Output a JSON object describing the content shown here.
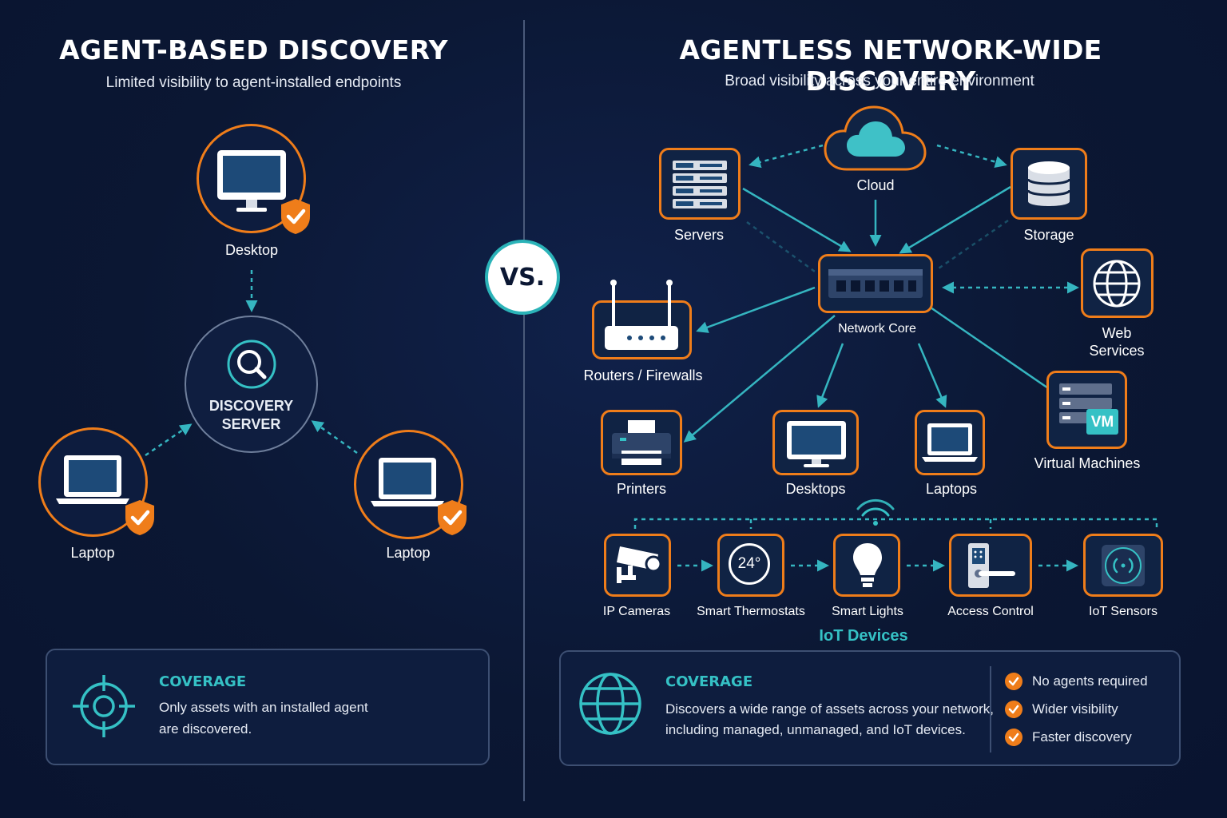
{
  "left": {
    "title": "AGENT-BASED DISCOVERY",
    "subtitle": "Limited visibility to agent-installed endpoints",
    "desktop_label": "Desktop",
    "server_line1": "DISCOVERY",
    "server_line2": "SERVER",
    "laptop_left_label": "Laptop",
    "laptop_right_label": "Laptop",
    "coverage_heading": "COVERAGE",
    "coverage_line1": "Only assets with an installed agent",
    "coverage_line2": "are discovered."
  },
  "vs_label": "VS.",
  "right": {
    "title": "AGENTLESS NETWORK-WIDE DISCOVERY",
    "subtitle": "Broad visibility across your entire environment",
    "nodes": {
      "cloud": "Cloud",
      "servers": "Servers",
      "storage": "Storage",
      "network_core": "Network Core",
      "routers": "Routers / Firewalls",
      "web_line1": "Web",
      "web_line2": "Services",
      "printers": "Printers",
      "desktops": "Desktops",
      "laptops": "Laptops",
      "vm": "Virtual Machines",
      "vm_badge": "VM"
    },
    "iot": {
      "cameras": "IP Cameras",
      "thermostats": "Smart Thermostats",
      "thermostat_reading": "24°",
      "lights": "Smart Lights",
      "access": "Access Control",
      "sensors": "IoT Sensors",
      "group_title": "IoT Devices"
    },
    "coverage_heading": "COVERAGE",
    "coverage_line1": "Discovers a wide range of assets across your network,",
    "coverage_line2": "including managed, unmanaged, and IoT devices.",
    "benefits": [
      "No agents required",
      "Wider visibility",
      "Faster discovery"
    ]
  },
  "colors": {
    "background": "#0b1733",
    "accent_orange": "#ef7d1a",
    "accent_teal": "#35c1c5",
    "device_screen": "#1d4a78"
  }
}
